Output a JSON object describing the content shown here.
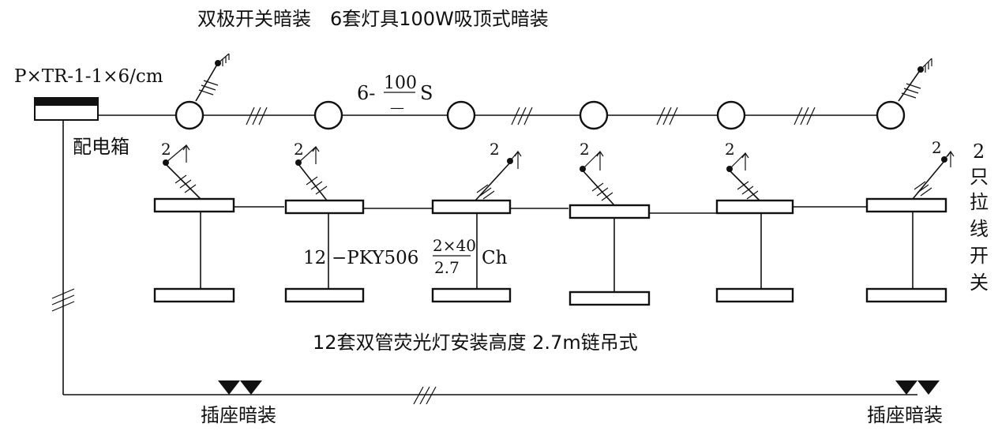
{
  "labels": {
    "top_title": "双极开关暗装　6套灯具100W吸顶式暗装",
    "cable": "P×TR-1-1×6/cm",
    "box": "配电箱",
    "lamp_spec_prefix": "6-",
    "lamp_spec_num": "100",
    "lamp_spec_den": "—",
    "lamp_spec_suffix": "S",
    "fl_spec_prefix": "12",
    "fl_spec_model": "−PKY506",
    "fl_spec_num": "2×40",
    "fl_spec_den": "2.7",
    "fl_spec_suffix": "Ch",
    "fl_caption": "12套双管荧光灯安装高度 2.7m链吊式",
    "right_note": [
      "2",
      "只",
      "拉",
      "线",
      "开",
      "关"
    ],
    "socket_left": "插座暗装",
    "socket_right": "插座暗装",
    "switch_count": "2"
  }
}
